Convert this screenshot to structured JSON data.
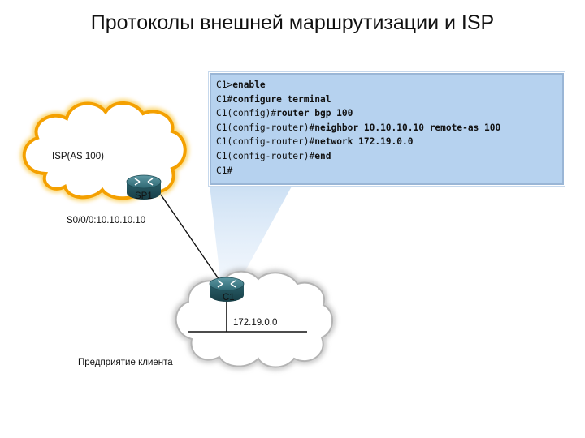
{
  "title": "Протоколы внешней маршрутизации и ISP",
  "terminal": {
    "lines": [
      {
        "prompt": "C1>",
        "command": "enable"
      },
      {
        "prompt": "C1#",
        "command": "configure terminal"
      },
      {
        "prompt": "C1(config)#",
        "command": "router bgp 100"
      },
      {
        "prompt": "C1(config-router)#",
        "command": "neighbor 10.10.10.10 remote-as 100"
      },
      {
        "prompt": "C1(config-router)#",
        "command": "network 172.19.0.0"
      },
      {
        "prompt": "C1(config-router)#",
        "command": "end"
      },
      {
        "prompt": "C1#",
        "command": ""
      }
    ]
  },
  "isp": {
    "cloud_label": "ISP(AS 100)",
    "router_label": "SP1",
    "interface_label": "S0/0/0:10.10.10.10"
  },
  "client": {
    "router_label": "C1",
    "network_label": "172.19.0.0",
    "cloud_label": "Предприятие клиента"
  },
  "colors": {
    "terminal_bg": "#b6d2ef",
    "isp_cloud_outline": "#f5a400",
    "router_body": "#2f6f7a"
  }
}
